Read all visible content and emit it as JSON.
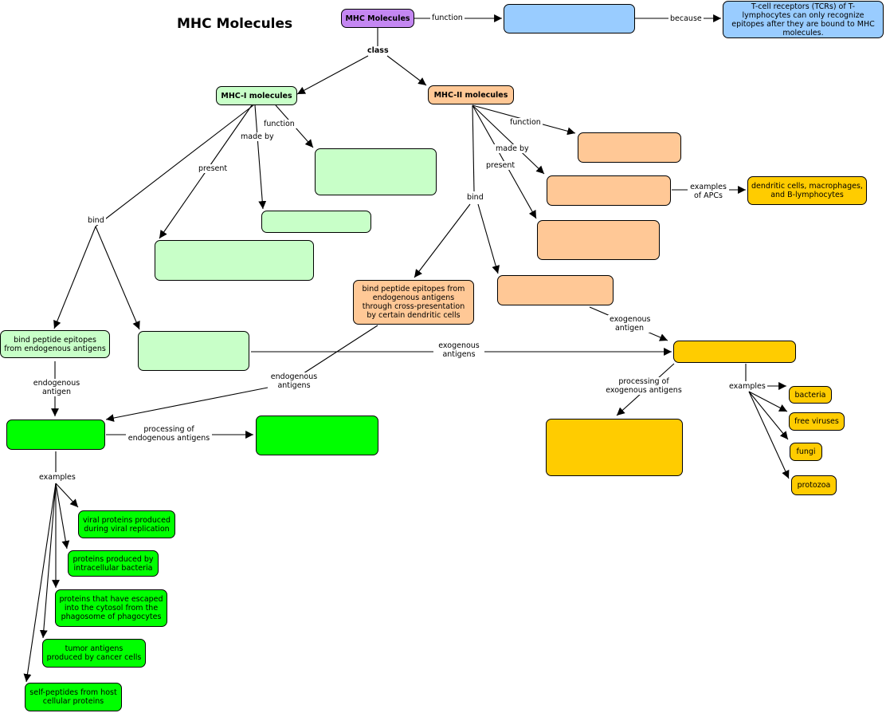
{
  "title": "MHC Molecules",
  "nodes": {
    "mhc": "MHC Molecules",
    "mhc_function": "",
    "tcr": "T-cell receptors (TCRs) of T-lymphocytes can only recognize epitopes after they are bound to MHC molecules.",
    "mhc1": "MHC-I molecules",
    "mhc2": "MHC-II molecules",
    "mhc1_function": "",
    "mhc1_made_by": "",
    "mhc1_present": "",
    "mhc1_bind_endogenous": "bind peptide epitopes from endogenous antigens",
    "mhc1_bind_other": "",
    "mhc2_function": "",
    "mhc2_made_by": "",
    "apc_examples": "dendritic cells, macrophages, and B-lymphocytes",
    "mhc2_present": "",
    "mhc2_cross": "bind peptide epitopes from endogenous antigens through cross-presentation by certain dendritic cells",
    "mhc2_bind_other": "",
    "exo_antigen": "",
    "exo_processing": "",
    "bacteria": "bacteria",
    "free_viruses": "free viruses",
    "fungi": "fungi",
    "protozoa": "protozoa",
    "endo_antigen": "",
    "endo_processing": "",
    "ex_viral": "viral proteins produced during viral replication",
    "ex_intracellular": "proteins produced by intracellular bacteria",
    "ex_escaped": "proteins that have escaped into the cytosol from the phagosome of phagocytes",
    "ex_tumor": "tumor antigens produced by cancer cells",
    "ex_self": "self-peptides from host cellular proteins"
  },
  "edge_labels": {
    "function_top": "function",
    "because": "because",
    "class": "class",
    "mhc1_function": "function",
    "mhc1_made_by": "made by",
    "mhc1_present": "present",
    "mhc1_bind": "bind",
    "mhc2_function": "function",
    "mhc2_made_by": "made by",
    "mhc2_present": "present",
    "mhc2_bind": "bind",
    "examples_of_apcs": "examples of APCs",
    "exogenous_antigen": "exogenous antigen",
    "exogenous_antigens": "exogenous antigens",
    "endogenous_antigens": "endogenous antigens",
    "endogenous_antigen": "endogenous antigen",
    "processing_endo": "processing of endogenous antigens",
    "processing_exo": "processing of exogenous antigens",
    "examples_right": "examples",
    "examples_left": "examples"
  },
  "colors": {
    "purple": "#c487f2",
    "blue": "#99ccff",
    "light_green": "#c8ffc8",
    "peach": "#ffc896",
    "gold": "#ffcc00",
    "green": "#00ff00"
  }
}
